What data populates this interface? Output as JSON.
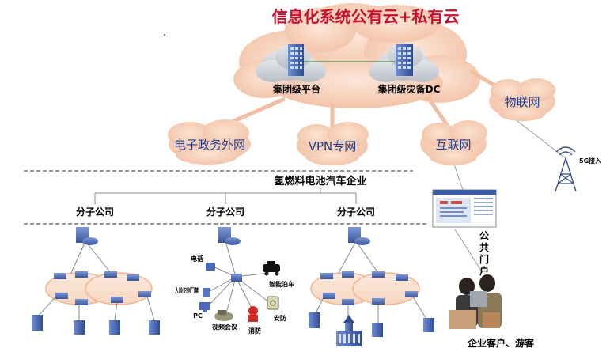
{
  "title": "信息化系统公有云+私有云",
  "cloud_nodes": {
    "group_platform": "集团级平台",
    "disaster_dc": "集团级灾备DC"
  },
  "networks": {
    "egov": "电子政务外网",
    "vpn": "VPN专网",
    "internet": "互联网",
    "iot": "物联网"
  },
  "access_5g": "5G接入",
  "enterprise": "氢燃料电池汽车企业",
  "branches": [
    "分子公司",
    "分子公司",
    "分子公司"
  ],
  "portal": "公共门户",
  "branch_devices": {
    "phone": "电话",
    "face_gate": "人脸识别门禁",
    "pc": "PC",
    "video_conf": "视频会议",
    "fire": "消防",
    "security": "安防",
    "smart_parking": "智能泊车"
  },
  "customers": "企业客户、游客",
  "colors": {
    "cloud_fill": "#f6cdb4",
    "cloud_fill_light": "#f9dcc8",
    "node_blue": "#4a69b8",
    "line": "#8c8c8c",
    "text": "#000000",
    "title_red": "#c8102e"
  }
}
